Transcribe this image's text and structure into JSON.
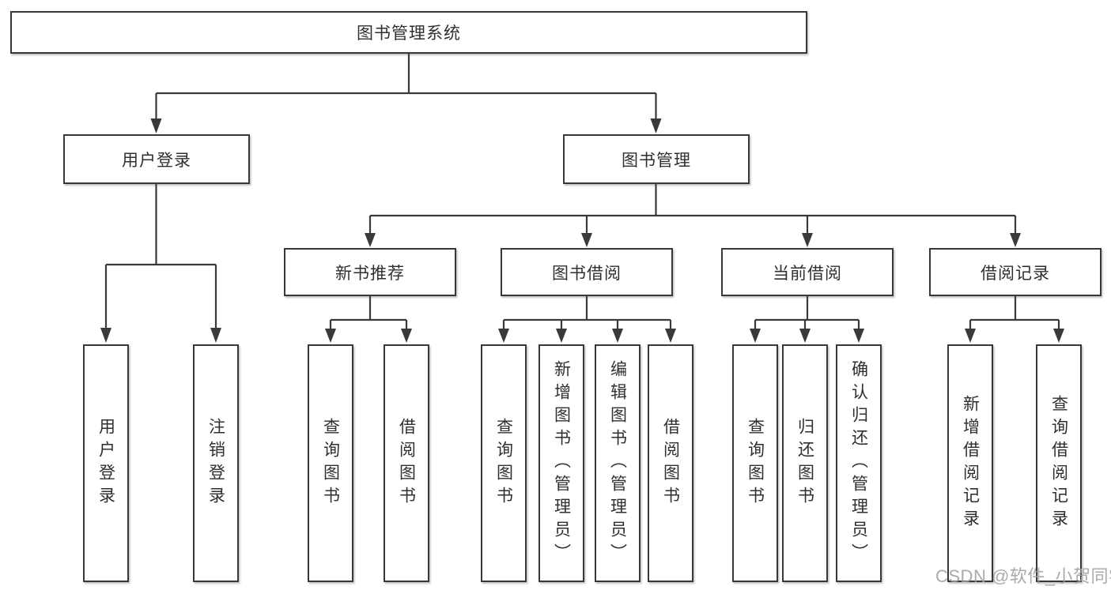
{
  "diagram": {
    "type": "hierarchy-tree",
    "direction": "top-down",
    "colors": {
      "background": "#ffffff",
      "box_border": "#383838",
      "connector_line": "#3a3a3a",
      "text": "#2f2f2f",
      "watermark_text": "#9e9e9e"
    }
  },
  "tree": {
    "label": "图书管理系统",
    "children": [
      {
        "label": "用户登录",
        "children": [
          {
            "label": "用户登录"
          },
          {
            "label": "注销登录"
          }
        ]
      },
      {
        "label": "图书管理",
        "children": [
          {
            "label": "新书推荐",
            "children": [
              {
                "label": "查询图书"
              },
              {
                "label": "借阅图书"
              }
            ]
          },
          {
            "label": "图书借阅",
            "children": [
              {
                "label": "查询图书"
              },
              {
                "label": "新增图书（管理员）"
              },
              {
                "label": "编辑图书（管理员）"
              },
              {
                "label": "借阅图书"
              }
            ]
          },
          {
            "label": "当前借阅",
            "children": [
              {
                "label": "查询图书"
              },
              {
                "label": "归还图书"
              },
              {
                "label": "确认归还（管理员）"
              }
            ]
          },
          {
            "label": "借阅记录",
            "children": [
              {
                "label": "新增借阅记录"
              },
              {
                "label": "查询借阅记录"
              }
            ]
          }
        ]
      }
    ]
  },
  "watermark": "CSDN @软件_小贺同学"
}
